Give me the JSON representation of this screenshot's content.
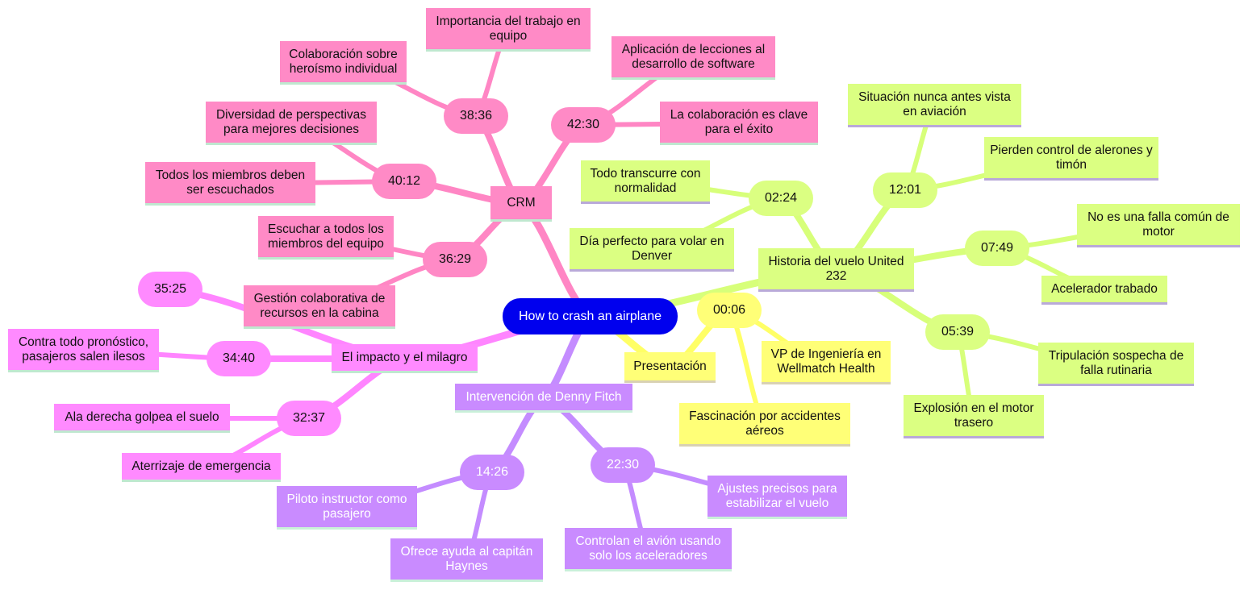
{
  "root": {
    "label": "How to crash an airplane",
    "color": "#0000ee"
  },
  "branches": [
    {
      "id": "presentacion",
      "label": "Presentación",
      "color": "#ffff77",
      "line": "#ffff66",
      "leaf_line": "#d9d1b3",
      "timestamps": [
        {
          "label": "00:06",
          "leaves": [
            "VP de Ingeniería en Wellmatch Health",
            "Fascinación por accidentes aéreos"
          ]
        }
      ]
    },
    {
      "id": "historia",
      "label": "Historia del vuelo United 232",
      "color": "#dbff82",
      "line": "#d7ff7a",
      "leaf_line": "#b9a9d9",
      "timestamps": [
        {
          "label": "02:24",
          "leaves": [
            "Todo transcurre con normalidad",
            "Día perfecto para volar en Denver"
          ]
        },
        {
          "label": "05:39",
          "leaves": [
            "Tripulación sospecha de falla rutinaria",
            "Explosión en el motor trasero"
          ]
        },
        {
          "label": "07:49",
          "leaves": [
            "No es una falla común de motor",
            "Acelerador trabado"
          ]
        },
        {
          "label": "12:01",
          "leaves": [
            "Situación nunca antes vista en aviación",
            "Pierden control de alerones y timón"
          ]
        }
      ]
    },
    {
      "id": "denny",
      "label": "Intervención de Denny Fitch",
      "color": "#c98bff",
      "line": "#c48cff",
      "leaf_line": "#c9f0d9",
      "timestamps": [
        {
          "label": "14:26",
          "leaves": [
            "Piloto instructor como pasajero",
            "Ofrece ayuda al capitán Haynes"
          ]
        },
        {
          "label": "22:30",
          "leaves": [
            "Ajustes precisos para estabilizar el vuelo",
            "Controlan el avión usando solo los aceleradores"
          ]
        }
      ]
    },
    {
      "id": "impacto",
      "label": "El impacto y el milagro",
      "color": "#ff8aff",
      "line": "#ff85ff",
      "leaf_line": "#bfe8cf",
      "timestamps": [
        {
          "label": "32:37",
          "leaves": [
            "Ala derecha golpea el suelo",
            "Aterrizaje de emergencia"
          ]
        },
        {
          "label": "34:40",
          "leaves": [
            "Contra todo pronóstico, pasajeros salen ilesos"
          ]
        },
        {
          "label": "35:25",
          "leaves": []
        }
      ]
    },
    {
      "id": "crm",
      "label": "CRM",
      "color": "#ff8ac6",
      "line": "#ff86c4",
      "leaf_line": "#bfe8cf",
      "timestamps": [
        {
          "label": "36:29",
          "leaves": [
            "Escuchar a todos los miembros del equipo",
            "Gestión colaborativa de recursos en la cabina"
          ]
        },
        {
          "label": "38:36",
          "leaves": [
            "Importancia del trabajo en equipo",
            "Colaboración sobre heroísmo individual"
          ]
        },
        {
          "label": "40:12",
          "leaves": [
            "Diversidad de perspectivas para mejores decisiones",
            "Todos los miembros deben ser escuchados"
          ]
        },
        {
          "label": "42:30",
          "leaves": [
            "Aplicación de lecciones al desarrollo de software",
            "La colaboración es clave para el éxito"
          ]
        }
      ]
    }
  ]
}
